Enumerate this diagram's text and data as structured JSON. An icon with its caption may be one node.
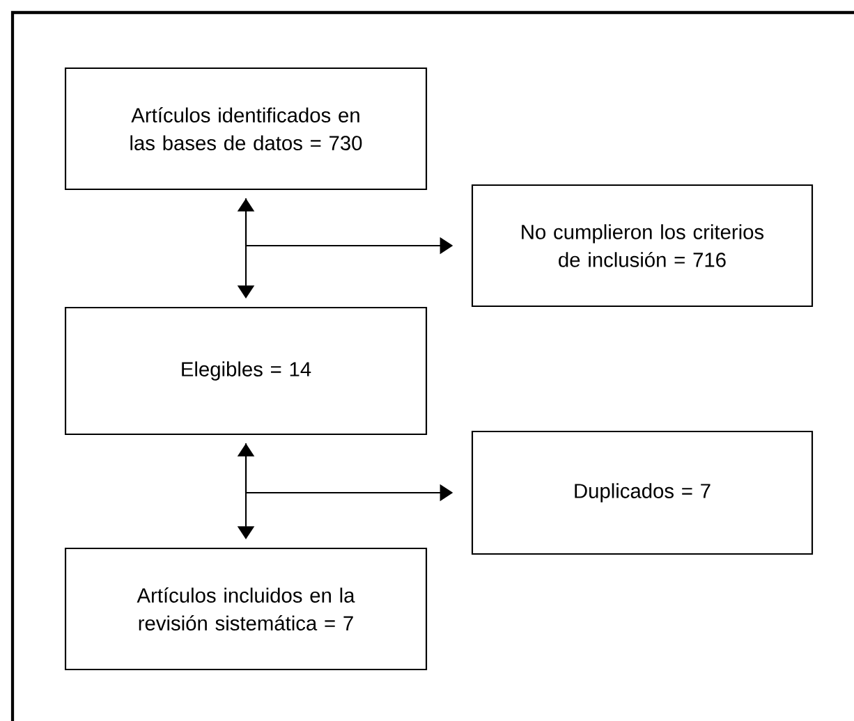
{
  "diagram": {
    "nodes": [
      {
        "text": [
          "Artículos identificados en las bases de datos = 730"
        ]
      },
      {
        "text": [
          "No cumplieron los criterios de inclusión = 716"
        ]
      },
      {
        "text": [
          "Elegibles = 14"
        ]
      },
      {
        "text": [
          "Duplicados = 7"
        ]
      },
      {
        "text": [
          "Artículos incluidos en la revisión sistemática = 7"
        ]
      }
    ],
    "edges": [
      {
        "from": 0,
        "to": 2,
        "arrow": "both"
      },
      {
        "from": 0,
        "to": 1,
        "arrow": "to"
      },
      {
        "from": 2,
        "to": 4,
        "arrow": "both"
      },
      {
        "from": 2,
        "to": 3,
        "arrow": "to"
      }
    ]
  }
}
